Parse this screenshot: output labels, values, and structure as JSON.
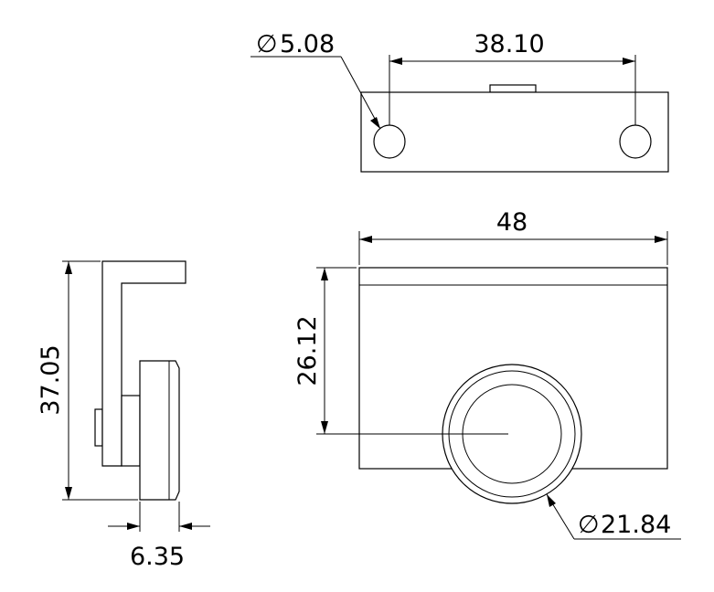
{
  "dimensions": {
    "hole_diameter": "5.08",
    "hole_spacing": "38.10",
    "overall_width": "48",
    "lens_height": "26.12",
    "lens_diameter": "21.84",
    "overall_height": "37.05",
    "lens_depth": "6.35"
  },
  "symbols": {
    "diameter": "∅"
  }
}
